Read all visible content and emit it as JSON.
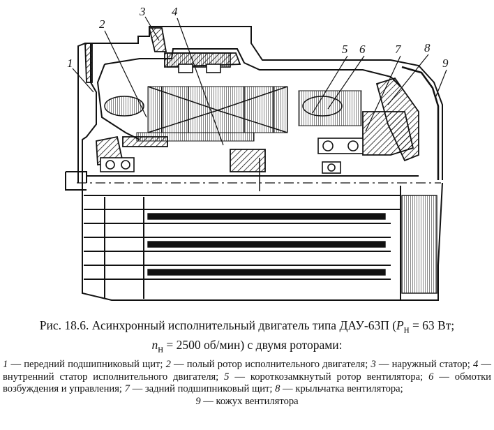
{
  "figure": {
    "callouts": [
      "1",
      "2",
      "3",
      "4",
      "5",
      "6",
      "7",
      "8",
      "9"
    ]
  },
  "caption": {
    "prefix": "Рис. 18.6.",
    "title_text": "Асинхронный исполнительный двигатель типа ДАУ-63П (",
    "power_symbol": "P",
    "power_sub": "н",
    "power_value": " = 63 Вт;",
    "speed_symbol": "n",
    "speed_sub": "н",
    "speed_value": " = 2500 об/мин) с двумя роторами:"
  },
  "legend": [
    {
      "num": "1",
      "text": " — передний подшипниковый щит; "
    },
    {
      "num": "2",
      "text": " — полый ротор исполнительного двигателя; "
    },
    {
      "num": "3",
      "text": " — наружный статор; "
    },
    {
      "num": "4",
      "text": " — внутренний статор исполнительного двигателя; "
    },
    {
      "num": "5",
      "text": " — короткозамкнутый ротор вентилятора; "
    },
    {
      "num": "6",
      "text": " — обмотки возбуждения и управления; "
    },
    {
      "num": "7",
      "text": " — задний подшипниковый щит; "
    },
    {
      "num": "8",
      "text": " — крыльчатка вентилятора; "
    },
    {
      "num": "9",
      "text": " — кожух вентилятора"
    }
  ]
}
